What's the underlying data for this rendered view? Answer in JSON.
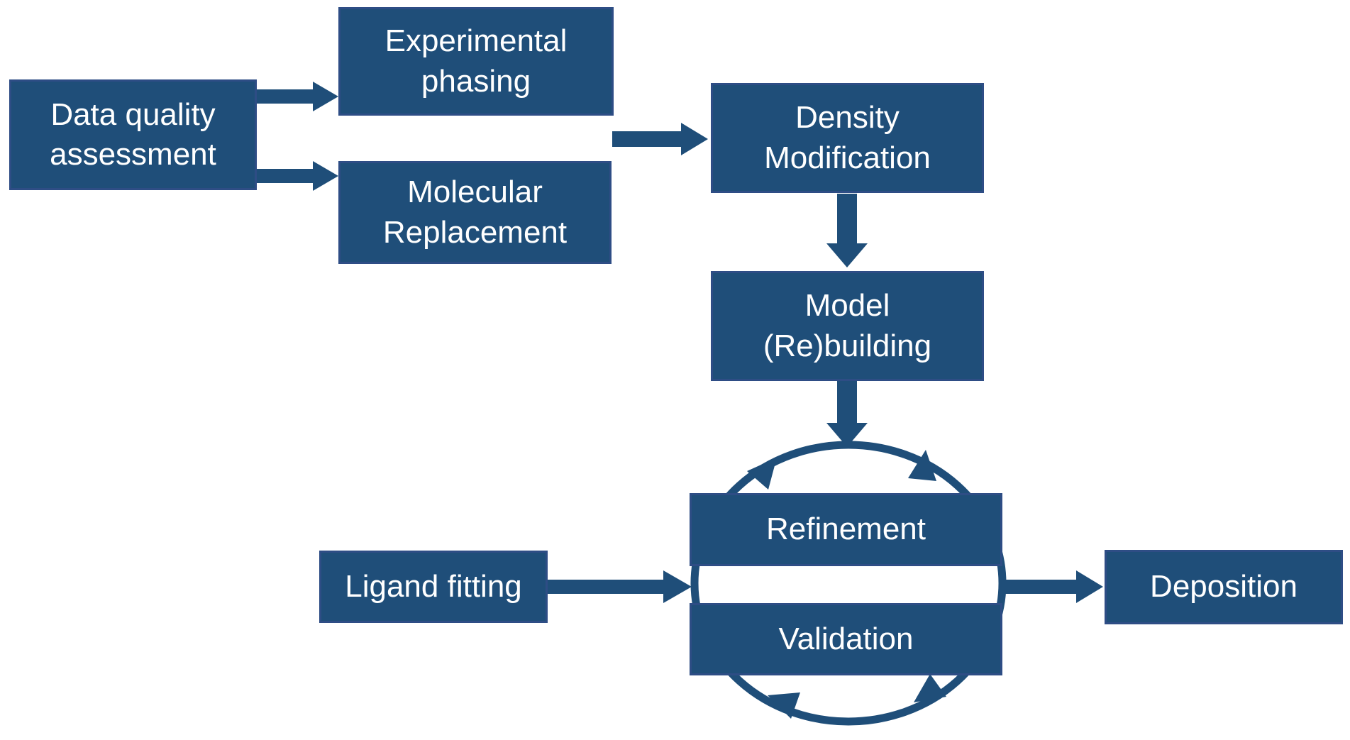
{
  "palette": {
    "background": "#FFFFFF",
    "box_fill": "#1F4E79",
    "box_border": "#2E4D85",
    "arrow_fill": "#1F4E79",
    "text_color": "#FFFFFF"
  },
  "nodes": {
    "data_quality": {
      "label": "Data quality\nassessment"
    },
    "experimental_phasing": {
      "label": "Experimental\nphasing"
    },
    "molecular_replacement": {
      "label": "Molecular\nReplacement"
    },
    "density_modification": {
      "label": "Density\nModification"
    },
    "model_rebuilding": {
      "label": "Model\n(Re)building"
    },
    "refinement": {
      "label": "Refinement"
    },
    "validation": {
      "label": "Validation"
    },
    "ligand_fitting": {
      "label": "Ligand fitting"
    },
    "deposition": {
      "label": "Deposition"
    }
  },
  "edges": [
    {
      "from": "data_quality",
      "to": "experimental_phasing",
      "type": "arrow-right"
    },
    {
      "from": "data_quality",
      "to": "molecular_replacement",
      "type": "arrow-right"
    },
    {
      "from": "experimental_phasing_and_molecular_replacement",
      "to": "density_modification",
      "type": "arrow-right"
    },
    {
      "from": "density_modification",
      "to": "model_rebuilding",
      "type": "arrow-down"
    },
    {
      "from": "model_rebuilding",
      "to": "refinement_validation_cycle",
      "type": "arrow-down"
    },
    {
      "from": "ligand_fitting",
      "to": "refinement_validation_cycle",
      "type": "arrow-right"
    },
    {
      "from": "refinement_validation_cycle",
      "to": "deposition",
      "type": "arrow-right"
    }
  ],
  "cycle": {
    "members": [
      "Refinement",
      "Validation"
    ],
    "style": "circular-arrows-clockwise"
  }
}
